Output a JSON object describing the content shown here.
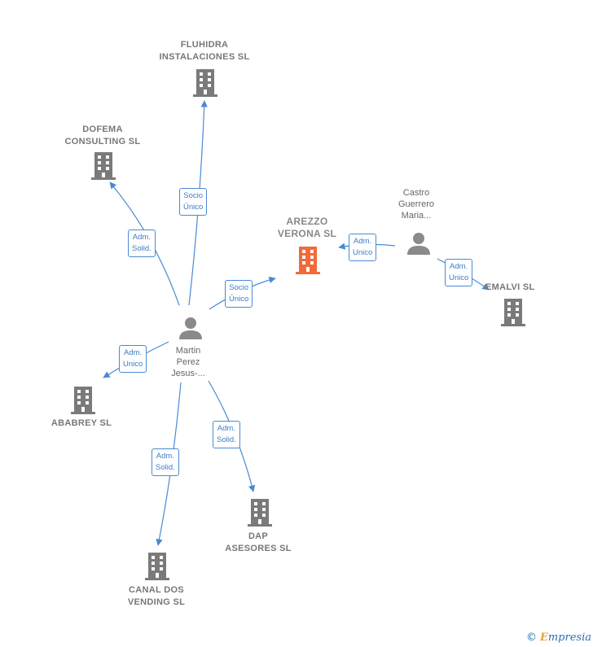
{
  "colors": {
    "edge": "#4a8ad4",
    "company_icon": "#7a7a7a",
    "center_icon": "#f26a3a",
    "person_icon": "#8a8a8a"
  },
  "nodes": {
    "fluhidra": {
      "line1": "FLUHIDRA",
      "line2": "INSTALACIONES SL",
      "icon": "building-icon"
    },
    "dofema": {
      "line1": "DOFEMA",
      "line2": "CONSULTING SL",
      "icon": "building-icon"
    },
    "arezzo": {
      "line1": "AREZZO",
      "line2": "VERONA  SL",
      "icon": "building-icon"
    },
    "emalvi": {
      "line1": "EMALVI SL",
      "icon": "building-icon"
    },
    "ababrey": {
      "line1": "ABABREY SL",
      "icon": "building-icon"
    },
    "dap": {
      "line1": "DAP",
      "line2": "ASESORES SL",
      "icon": "building-icon"
    },
    "canal": {
      "line1": "CANAL DOS",
      "line2": "VENDING  SL",
      "icon": "building-icon"
    },
    "martin": {
      "line1": "Martin",
      "line2": "Perez",
      "line3": "Jesus-...",
      "icon": "person-icon"
    },
    "castro": {
      "line1": "Castro",
      "line2": "Guerrero",
      "line3": "Maria...",
      "icon": "person-icon"
    }
  },
  "edges": {
    "martin_fluhidra": {
      "line1": "Socio",
      "line2": "Único"
    },
    "martin_dofema": {
      "line1": "Adm.",
      "line2": "Solid."
    },
    "martin_arezzo": {
      "line1": "Socio",
      "line2": "Único"
    },
    "castro_arezzo": {
      "line1": "Adm.",
      "line2": "Unico"
    },
    "castro_emalvi": {
      "line1": "Adm.",
      "line2": "Unico"
    },
    "martin_ababrey": {
      "line1": "Adm.",
      "line2": "Unico"
    },
    "martin_dap": {
      "line1": "Adm.",
      "line2": "Solid."
    },
    "martin_canal": {
      "line1": "Adm.",
      "line2": "Solid."
    }
  },
  "footer": {
    "copyright": "©",
    "brand_first": "E",
    "brand_rest": "mpresia"
  }
}
